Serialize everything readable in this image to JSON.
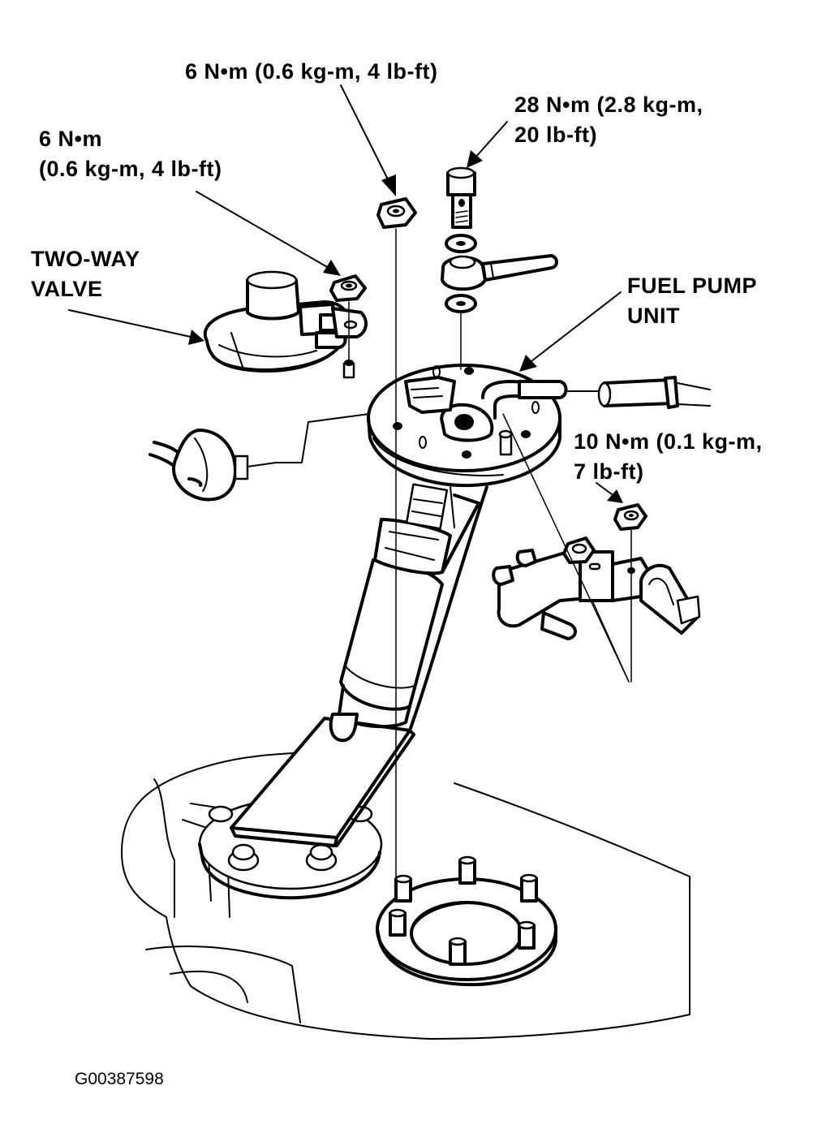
{
  "figure": {
    "title": "Fuel pump unit exploded view",
    "figure_id": "G00387598",
    "line_color": "#000000",
    "background": "#ffffff"
  },
  "labels": {
    "top_nut_torque": "6 N•m (0.6 kg-m, 4 lb-ft)",
    "left_nut_torque_line1": "6 N•m",
    "left_nut_torque_line2": "(0.6 kg-m, 4 lb-ft)",
    "banjo_bolt_torque_line1": "28 N•m (2.8 kg-m,",
    "banjo_bolt_torque_line2": "20 lb-ft)",
    "two_way_valve_line1": "TWO-WAY",
    "two_way_valve_line2": "VALVE",
    "fuel_pump_unit_line1": "FUEL PUMP",
    "fuel_pump_unit_line2": "UNIT",
    "bracket_nut_torque_line1": "10 N•m (0.1 kg-m,",
    "bracket_nut_torque_line2": "7 lb-ft)"
  },
  "components": [
    "two-way-valve",
    "flange-nut-left",
    "flange-nut-top",
    "banjo-bolt",
    "sealing-washer-upper",
    "banjo-fitting",
    "sealing-washer-lower",
    "fuel-pump-unit-plate",
    "fuel-pump",
    "fuel-strainer",
    "fuel-hose",
    "electrical-connector",
    "hose-bracket",
    "bracket-nut",
    "tank-mounting-ring",
    "fuel-tank"
  ]
}
